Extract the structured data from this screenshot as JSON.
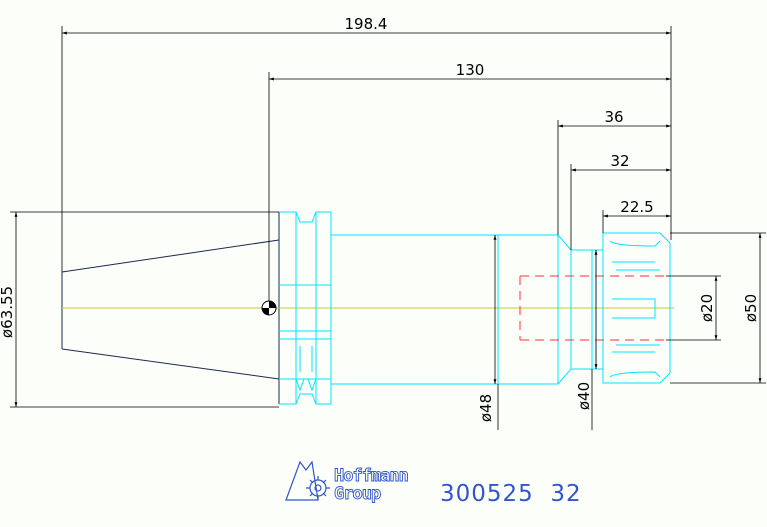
{
  "drawing": {
    "dimensions": {
      "overall_length": "198.4",
      "gauge_length": "130",
      "nut_length": "36",
      "nut_body_length": "32",
      "nut_face_length": "22.5",
      "taper_diameter": "ø63.55",
      "shank_diameter": "ø48",
      "neck_diameter": "ø40",
      "bore_diameter": "ø20",
      "nut_diameter": "ø50"
    },
    "part_number": "300525  32",
    "logo": {
      "line1": "Hoffmann",
      "line2": "Group"
    }
  },
  "colors": {
    "background": "#fcfefa",
    "dimension": "#000000",
    "outline": "#1a2a4a",
    "tool": "#00e5ff",
    "hidden": "#ff3030",
    "centerline": "#c8c830",
    "logo": "#3355cc"
  }
}
